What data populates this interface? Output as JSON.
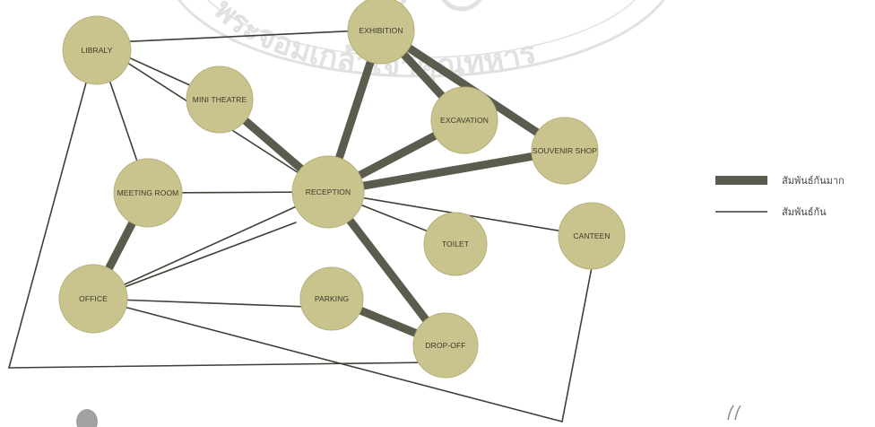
{
  "colors": {
    "node_fill": "#c9c38e",
    "node_stroke": "#b6b07a",
    "strong_edge": "#5b5b4e",
    "weak_edge": "#3f3f36",
    "watermark": "#c9c9c9",
    "background": "#ffffff"
  },
  "nodes": [
    {
      "id": "libraly",
      "label": "LIBRALY"
    },
    {
      "id": "exhibition",
      "label": "EXHIBITION"
    },
    {
      "id": "mini_theatre",
      "label": "MINI THEATRE"
    },
    {
      "id": "excavation",
      "label": "EXCAVATION"
    },
    {
      "id": "souvenir_shop",
      "label": "SOUVENIR SHOP"
    },
    {
      "id": "meeting_room",
      "label": "MEETING ROOM"
    },
    {
      "id": "reception",
      "label": "RECEPTION"
    },
    {
      "id": "toilet",
      "label": "TOILET"
    },
    {
      "id": "canteen",
      "label": "CANTEEN"
    },
    {
      "id": "office",
      "label": "OFFICE"
    },
    {
      "id": "parking",
      "label": "PARKING"
    },
    {
      "id": "drop_off",
      "label": "DROP-OFF"
    }
  ],
  "edges": [
    {
      "from": "exhibition",
      "to": "reception",
      "strength": "strong"
    },
    {
      "from": "exhibition",
      "to": "excavation",
      "strength": "strong"
    },
    {
      "from": "exhibition",
      "to": "souvenir_shop",
      "strength": "strong"
    },
    {
      "from": "mini_theatre",
      "to": "reception",
      "strength": "strong"
    },
    {
      "from": "excavation",
      "to": "reception",
      "strength": "strong"
    },
    {
      "from": "souvenir_shop",
      "to": "reception",
      "strength": "strong"
    },
    {
      "from": "reception",
      "to": "drop_off",
      "strength": "strong"
    },
    {
      "from": "meeting_room",
      "to": "office",
      "strength": "strong"
    },
    {
      "from": "parking",
      "to": "drop_off",
      "strength": "strong"
    },
    {
      "from": "libraly",
      "to": "exhibition",
      "strength": "weak"
    },
    {
      "from": "libraly",
      "to": "mini_theatre",
      "strength": "weak"
    },
    {
      "from": "libraly",
      "to": "meeting_room",
      "strength": "weak"
    },
    {
      "from": "libraly",
      "to": "reception",
      "strength": "weak"
    },
    {
      "from": "meeting_room",
      "to": "reception",
      "strength": "weak"
    },
    {
      "from": "reception",
      "to": "toilet",
      "strength": "weak"
    },
    {
      "from": "reception",
      "to": "canteen",
      "strength": "weak"
    },
    {
      "from": "reception",
      "to": "office",
      "strength": "weak"
    },
    {
      "from": "office",
      "to": "parking",
      "strength": "weak"
    },
    {
      "from": "office",
      "to": "canteen",
      "strength": "weak"
    },
    {
      "from": "office",
      "to": "reception_far",
      "strength": "weak"
    }
  ],
  "legend": {
    "strong_label": "สัมพันธ์กันมาก",
    "weak_label": "สัมพันธ์กัน"
  },
  "watermark": {
    "text": "พระจอมเกล้าเจ้าคุณทหาร"
  }
}
